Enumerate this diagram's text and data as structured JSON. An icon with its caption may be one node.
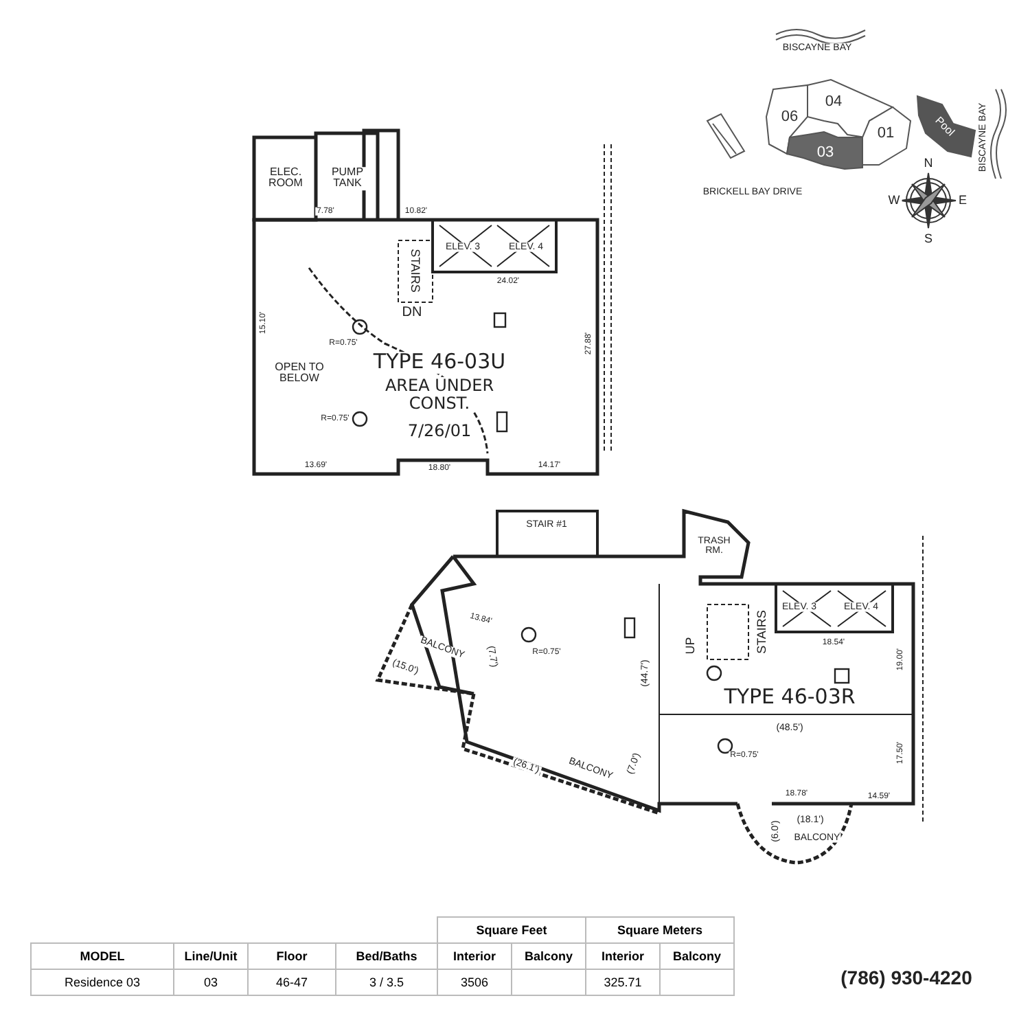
{
  "diagram": {
    "nodes": [
      {
        "text": [
          "06"
        ]
      },
      {
        "text": [
          "04"
        ]
      },
      {
        "text": [
          "01"
        ]
      },
      {
        "text": [
          "03"
        ]
      },
      {
        "text": [
          "Pool"
        ]
      }
    ],
    "labels": [
      "BISCAYNE BAY",
      "BISCAYNE BAY",
      "BRICKELL BAY DRIVE",
      "N",
      "W",
      "E",
      "S",
      "ELEC. ROOM",
      "PUMP TANK",
      "7.78'",
      "10.82'",
      "STAIRS",
      "ELEV. 3",
      "ELEV. 4",
      "24.02'",
      "DN",
      "15.10'",
      "R=0.75'",
      "TYPE 46-03U",
      "AREA UNDER CONST.",
      "OPEN TO BELOW",
      "R=0.75'",
      "7/26/01",
      "27.88'",
      "13.69'",
      "18.80'",
      "14.17'",
      "STAIR #1",
      "TRASH RM.",
      "13.84'",
      "BALCONY",
      "(15.0')",
      "(7.7')",
      "R=0.75'",
      "UP",
      "STAIRS",
      "ELEV. 3",
      "ELEV. 4",
      "18.54'",
      "19.00'",
      "(44.7')",
      "TYPE 46-03R",
      "(48.5')",
      "R=0.75'",
      "17.50'",
      "(26.1')",
      "BALCONY",
      "(7.0')",
      "18.78'",
      "14.59'",
      "(18.1')",
      "(6.0')",
      "BALCONY",
      "(786) 930-4220",
      "Square Feet",
      "Square Meters",
      "MODEL",
      "Line/Unit",
      "Floor",
      "Bed/Baths",
      "Interior",
      "Balcony",
      "Interior",
      "Balcony",
      "Residence 03",
      "03",
      "46-47",
      "3 / 3.5",
      "3506",
      "325.71"
    ]
  }
}
